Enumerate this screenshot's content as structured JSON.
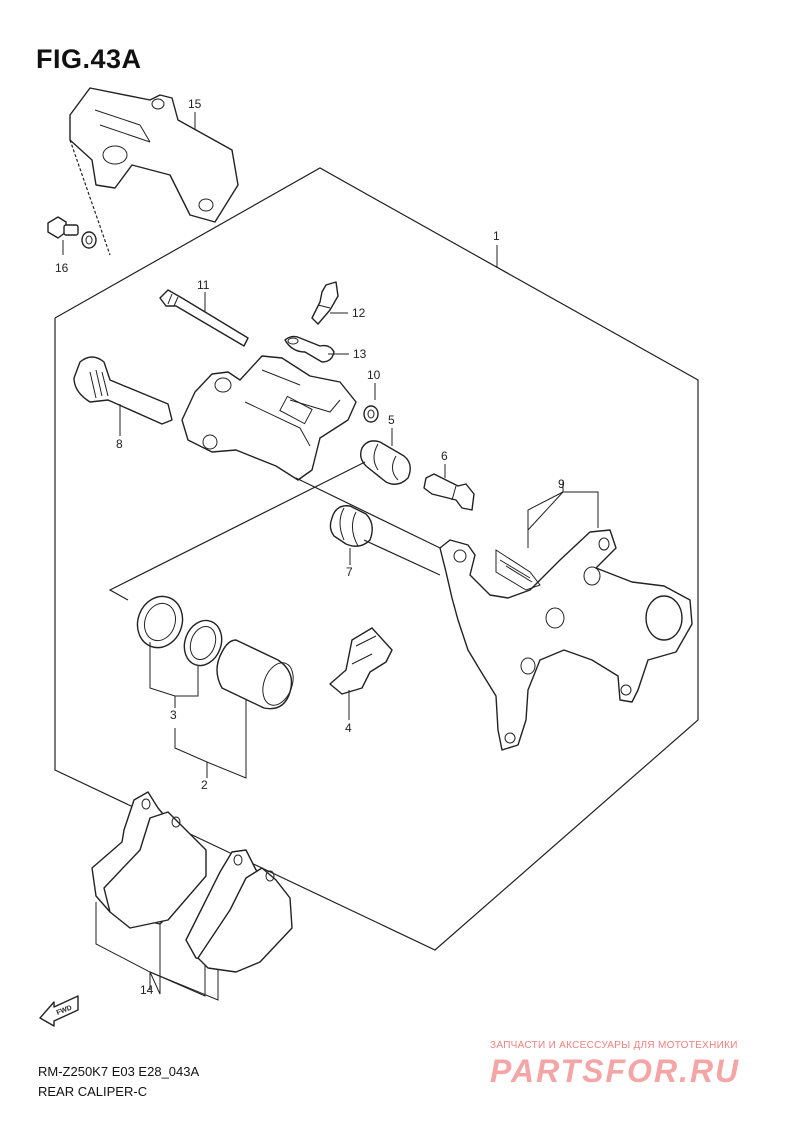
{
  "figure": {
    "title": "FIG.43A",
    "model_code": "RM-Z250K7 E03 E28_043A",
    "assembly_name": "REAR CALIPER-C"
  },
  "callouts": [
    {
      "id": "c1",
      "label": "1"
    },
    {
      "id": "c2",
      "label": "2"
    },
    {
      "id": "c3",
      "label": "3"
    },
    {
      "id": "c4",
      "label": "4"
    },
    {
      "id": "c5",
      "label": "5"
    },
    {
      "id": "c6",
      "label": "6"
    },
    {
      "id": "c7",
      "label": "7"
    },
    {
      "id": "c8",
      "label": "8"
    },
    {
      "id": "c9",
      "label": "9"
    },
    {
      "id": "c10",
      "label": "10"
    },
    {
      "id": "c11",
      "label": "11"
    },
    {
      "id": "c12",
      "label": "12"
    },
    {
      "id": "c13",
      "label": "13"
    },
    {
      "id": "c14",
      "label": "14"
    },
    {
      "id": "c15",
      "label": "15"
    },
    {
      "id": "c16",
      "label": "16"
    }
  ],
  "direction_badge": "FWD",
  "watermark": {
    "tagline": "ЗАПЧАСТИ И АКСЕССУАРЫ ДЛЯ МОТОТЕХНИКИ",
    "brand": "PARTSFOR.RU"
  }
}
